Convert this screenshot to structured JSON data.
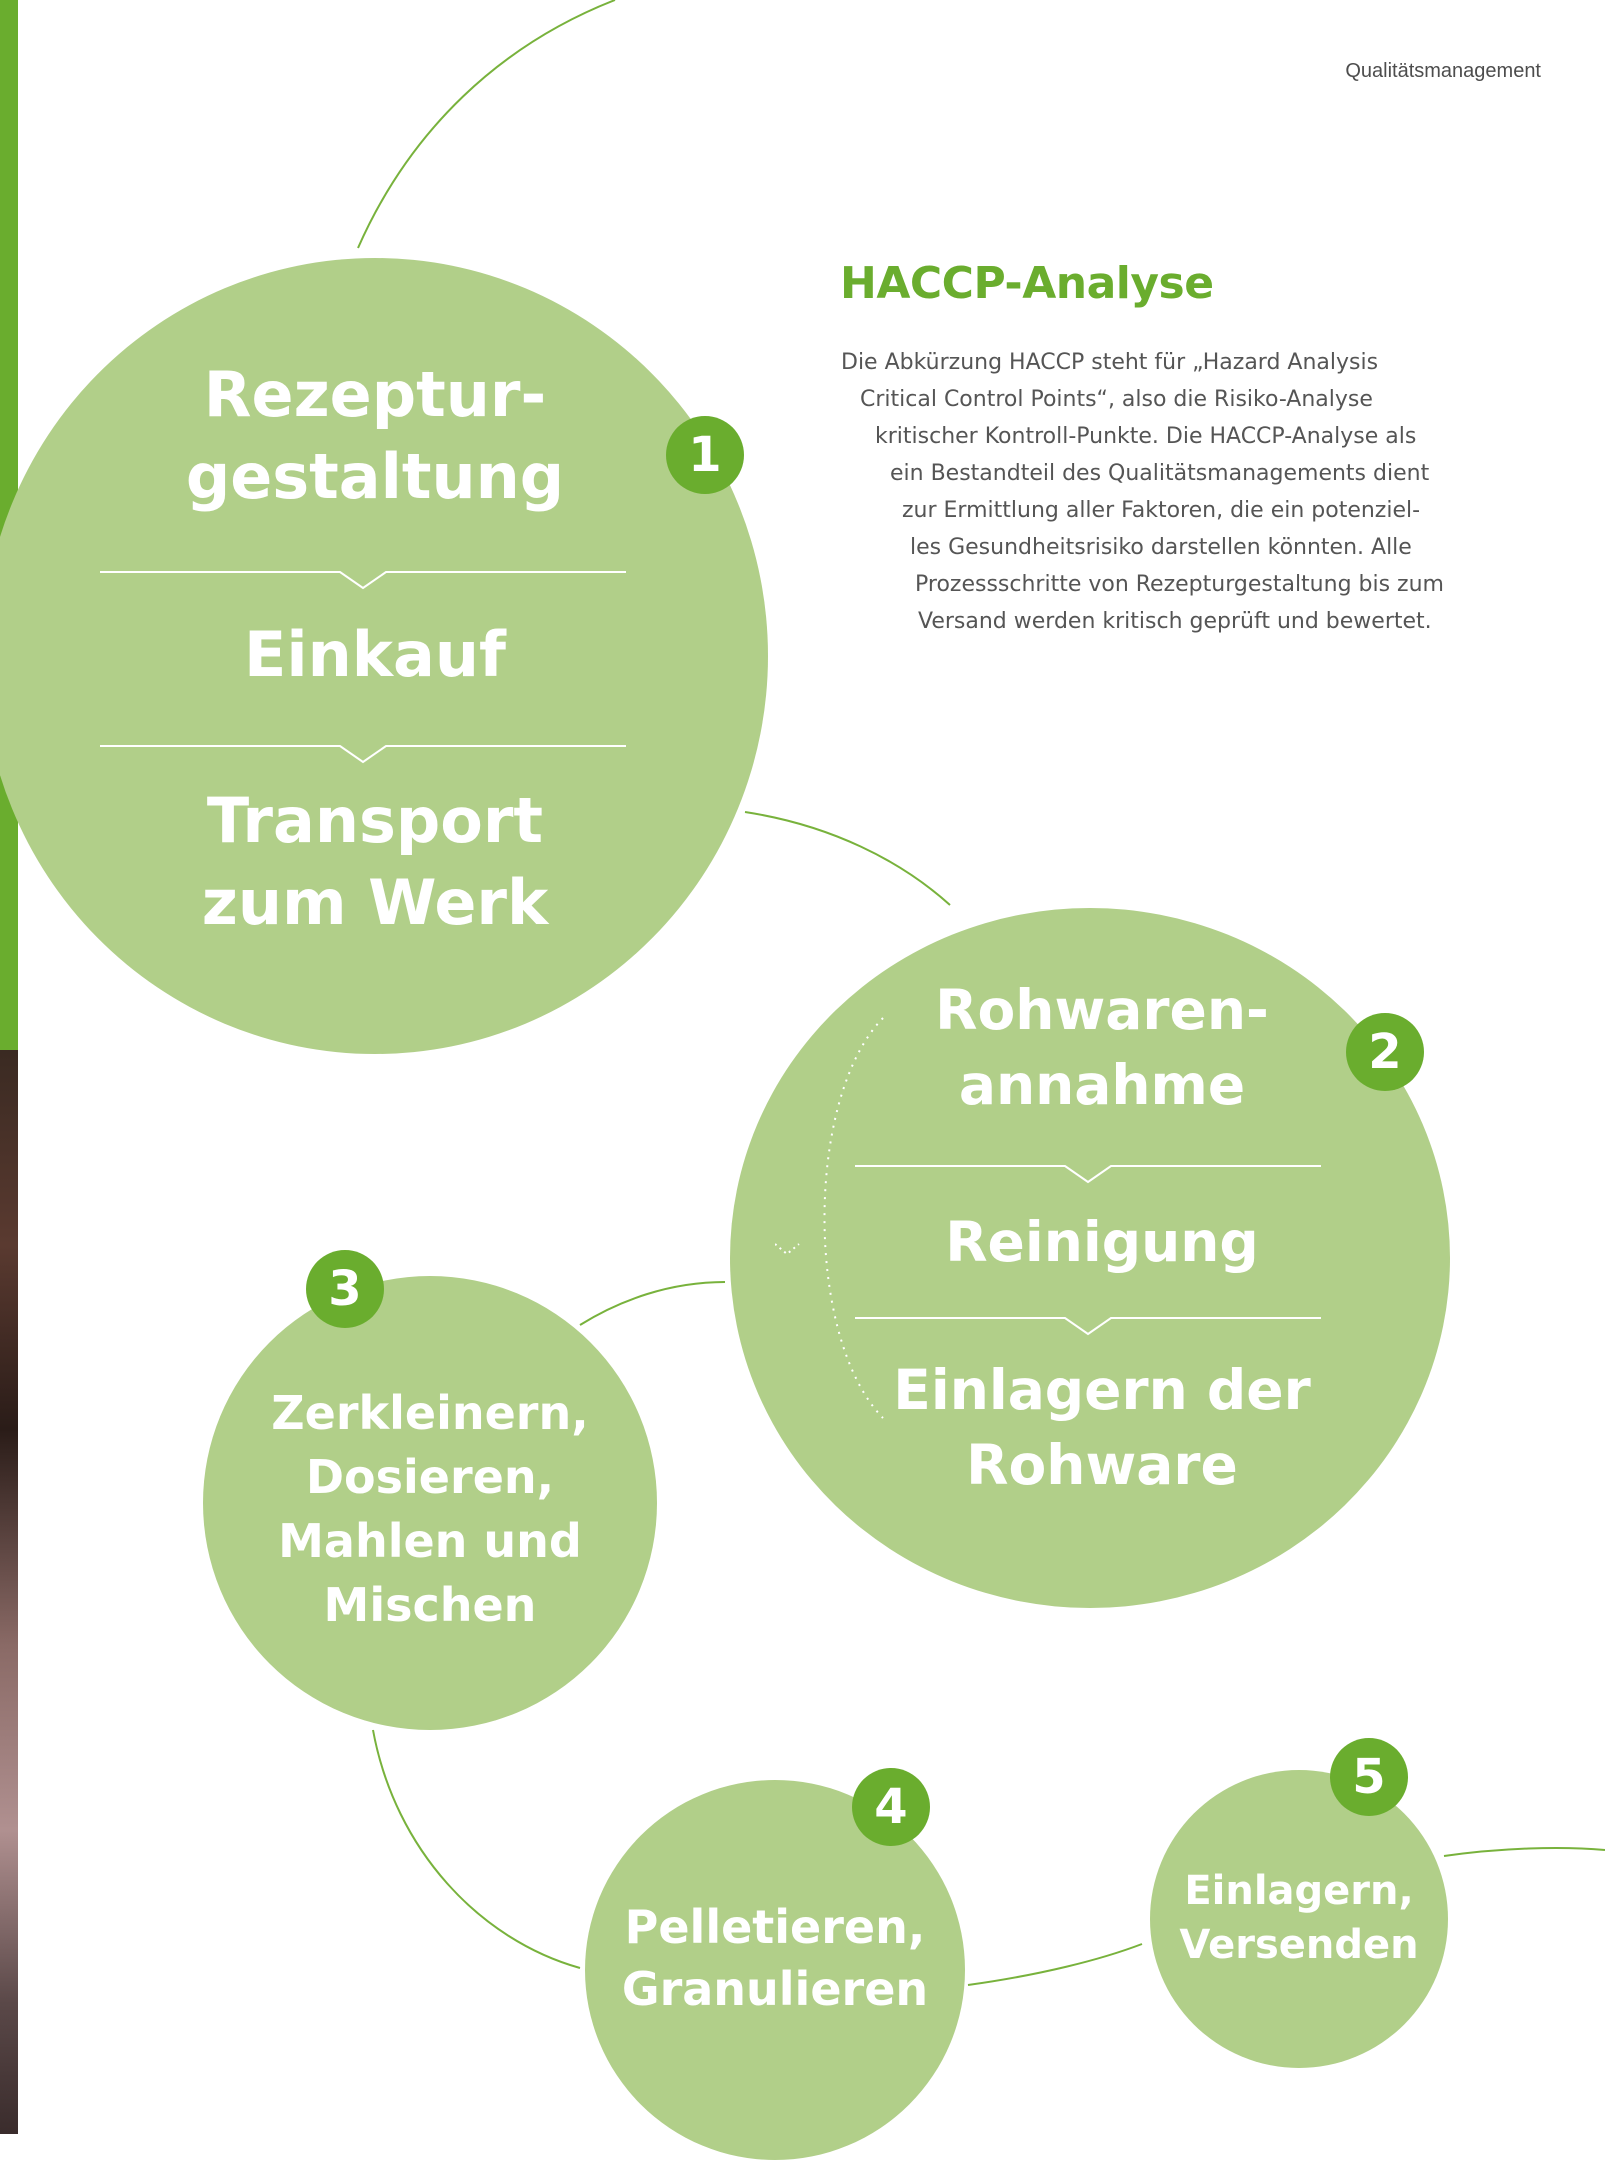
{
  "header": {
    "section_label": "Qualitätsmanagement"
  },
  "intro": {
    "title": "HACCP-Analyse",
    "lines": [
      "Die Abkürzung HACCP steht für „Hazard Analysis",
      "Critical Control Points“, also die Risiko-Analyse",
      "kritischer Kontroll-Punkte. Die HACCP-Analyse als",
      "ein Bestandteil des Qualitätsmanagements dient",
      "zur Ermittlung aller Faktoren, die ein potenziel-",
      "les Gesundheitsrisiko darstellen könnten. Alle",
      "Prozessschritte von Rezepturgestaltung bis zum",
      "Versand werden kritisch geprüft und bewertet."
    ]
  },
  "steps": [
    {
      "number": "1",
      "items": [
        [
          "Rezeptur-",
          "gestaltung"
        ],
        [
          "Einkauf"
        ],
        [
          "Transport",
          "zum Werk"
        ]
      ]
    },
    {
      "number": "2",
      "items": [
        [
          "Rohwaren-",
          "annahme"
        ],
        [
          "Reinigung"
        ],
        [
          "Einlagern der",
          "Rohware"
        ]
      ]
    },
    {
      "number": "3",
      "items": [
        [
          "Zerkleinern,",
          "Dosieren,",
          "Mahlen und",
          "Mischen"
        ]
      ]
    },
    {
      "number": "4",
      "items": [
        [
          "Pelletieren,",
          "Granulieren"
        ]
      ]
    },
    {
      "number": "5",
      "items": [
        [
          "Einlagern,",
          "Versenden"
        ]
      ]
    }
  ],
  "colors": {
    "accent_green": "#6aad2e",
    "circle_green": "#b1cf89",
    "text_white": "#ffffff",
    "body_text": "#555555"
  }
}
